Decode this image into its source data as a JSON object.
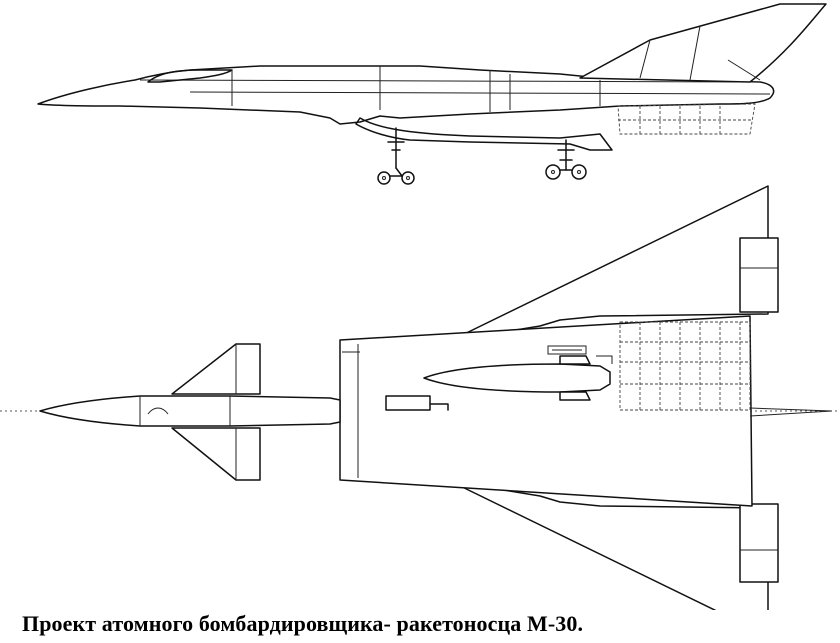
{
  "caption": "Проект атомного бомбардировщика- ракетоносца М-30.",
  "views": [
    "side-view",
    "plan-view"
  ]
}
